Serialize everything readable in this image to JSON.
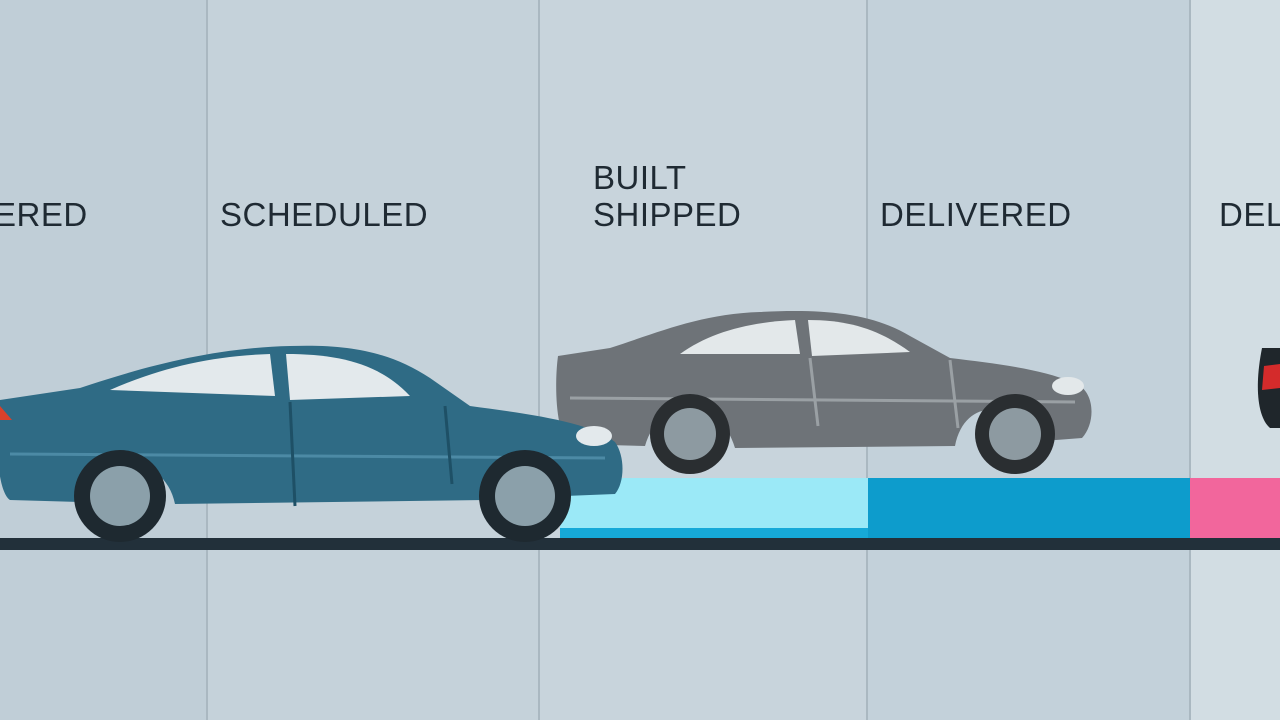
{
  "stages": [
    {
      "label": "ERED",
      "status": "ordered (cropped)"
    },
    {
      "label": "SCHEDULED"
    },
    {
      "label_line1": "BUILT",
      "label_line2": "SHIPPED"
    },
    {
      "label": "DELIVERED"
    },
    {
      "label": "DEL"
    }
  ],
  "colors": {
    "background": "#c3d0d8",
    "divider": "#aab8c1",
    "road": "#22303a",
    "progress_light_cyan": "#9be9f7",
    "progress_blue": "#0d9ccc",
    "progress_pink": "#f2669c",
    "car_teal": "#2f6b85",
    "car_gray": "#6e7378",
    "text": "#1f2a33"
  },
  "icons": [
    "teal-sedan-icon",
    "gray-sedan-icon",
    "red-car-partial-icon"
  ]
}
